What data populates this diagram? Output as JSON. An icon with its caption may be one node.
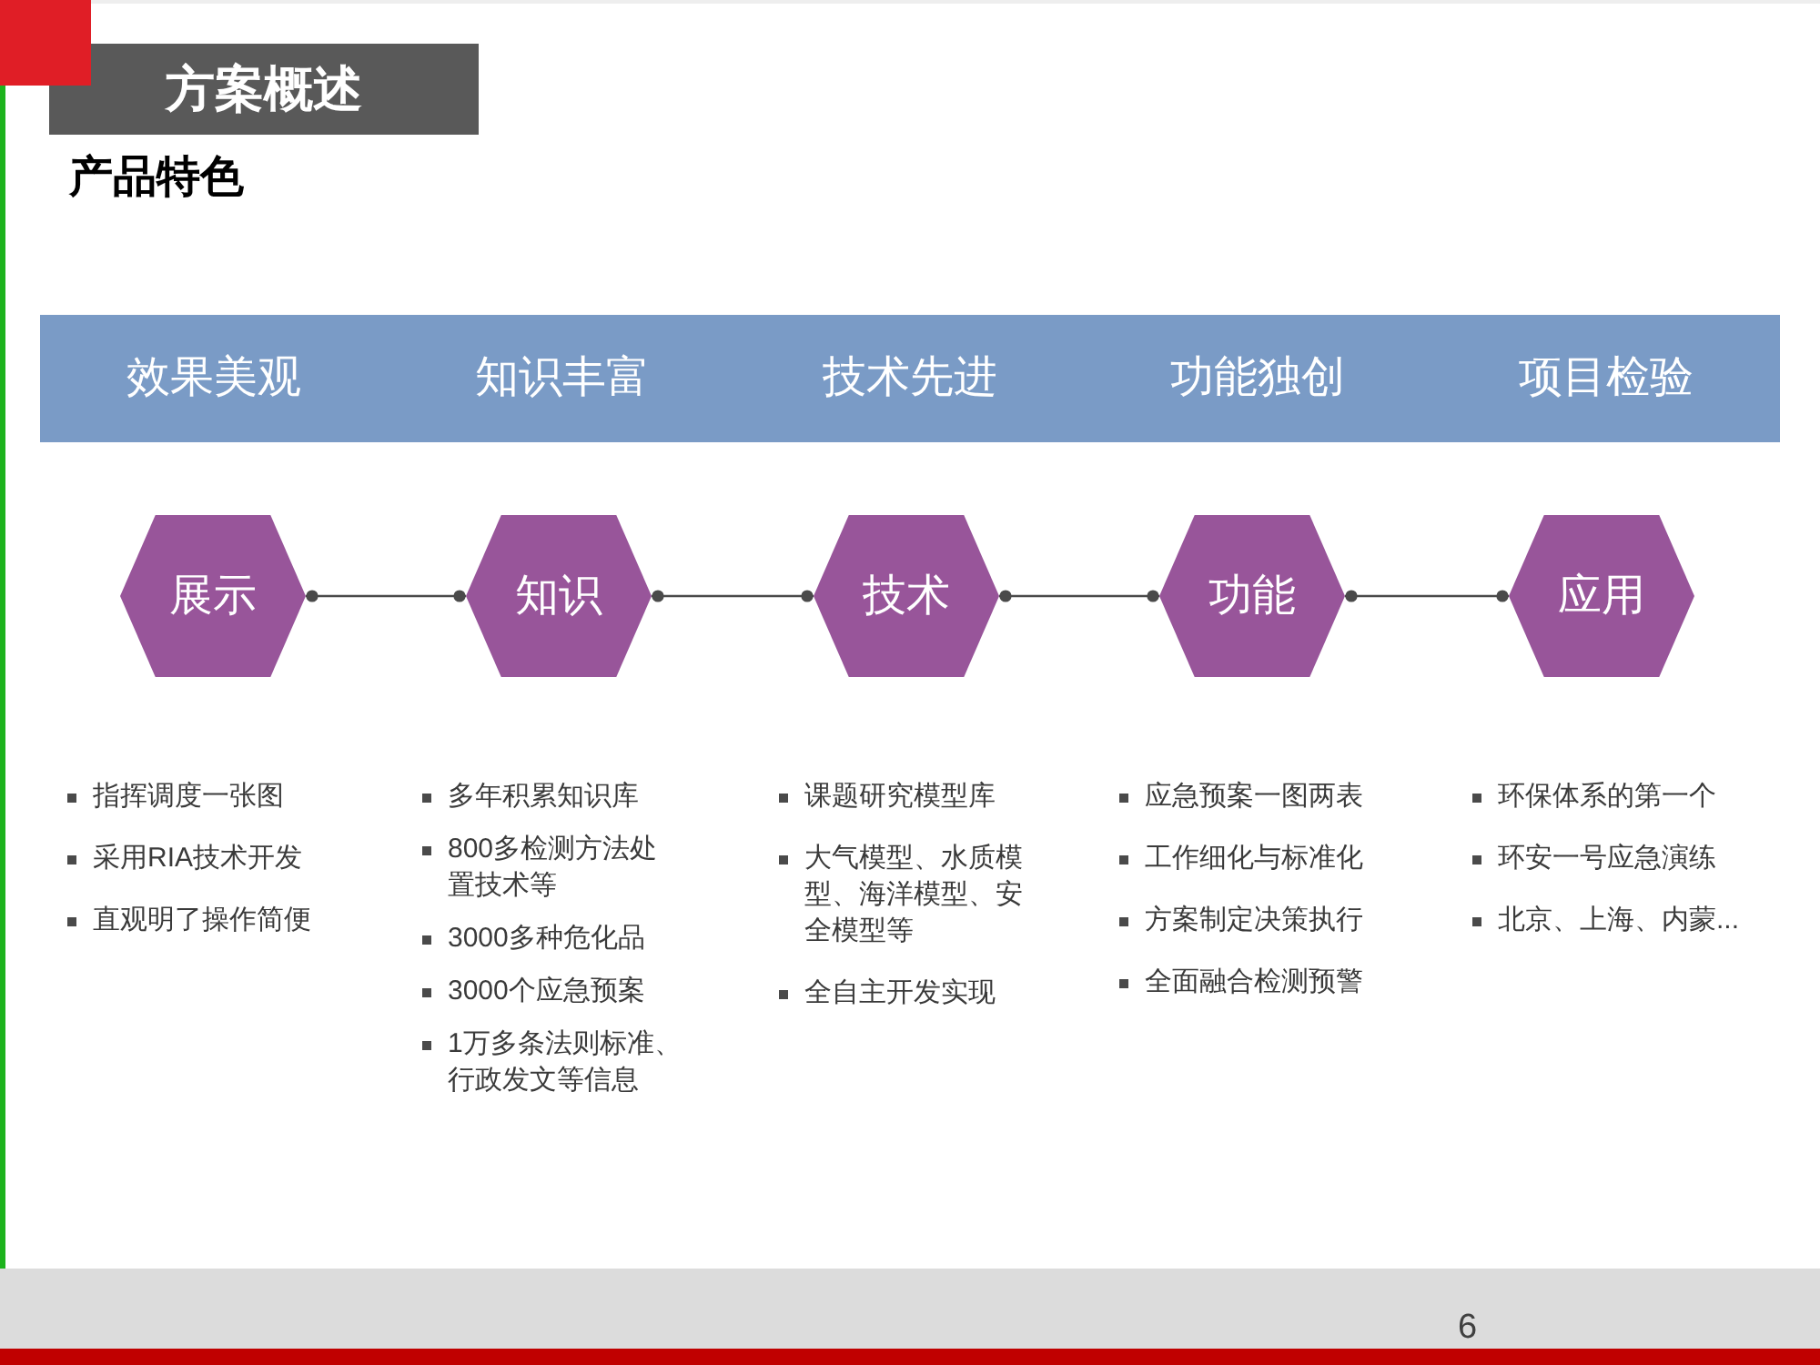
{
  "diagram": {
    "title": "方案概述",
    "nodes": [
      {
        "text": [
          "效果美观",
          "知识丰富",
          "技术先进",
          "功能独创",
          "项目检验"
        ]
      },
      {
        "text": [
          "展示"
        ],
        "beside": [
          "指挥调度一张图",
          "采用RIA技术开发",
          "直观明了操作简便"
        ]
      },
      {
        "text": [
          "知识"
        ],
        "beside": [
          "多年积累知识库",
          "800多检测方法处置技术等",
          "3000多种危化品",
          "3000个应急预案",
          "1万多条法则标准、行政发文等信息"
        ]
      },
      {
        "text": [
          "技术"
        ],
        "beside": [
          "课题研究模型库",
          "大气模型、水质模型、海洋模型、安全模型等",
          "全自主开发实现"
        ]
      },
      {
        "text": [
          "功能"
        ],
        "beside": [
          "应急预案一图两表",
          "工作细化与标准化",
          "方案制定决策执行",
          "全面融合检测预警"
        ]
      },
      {
        "text": [
          "应用"
        ],
        "beside": [
          "环保体系的第一个",
          "环安一号应急演练",
          "北京、上海、内蒙..."
        ]
      }
    ],
    "edges": [
      {
        "from": 1,
        "to": 2,
        "arrow": "other"
      },
      {
        "from": 2,
        "to": 3,
        "arrow": "other"
      },
      {
        "from": 3,
        "to": 4,
        "arrow": "other"
      },
      {
        "from": 4,
        "to": 5,
        "arrow": "other"
      }
    ],
    "labels": [
      "产品特色",
      "6"
    ]
  }
}
